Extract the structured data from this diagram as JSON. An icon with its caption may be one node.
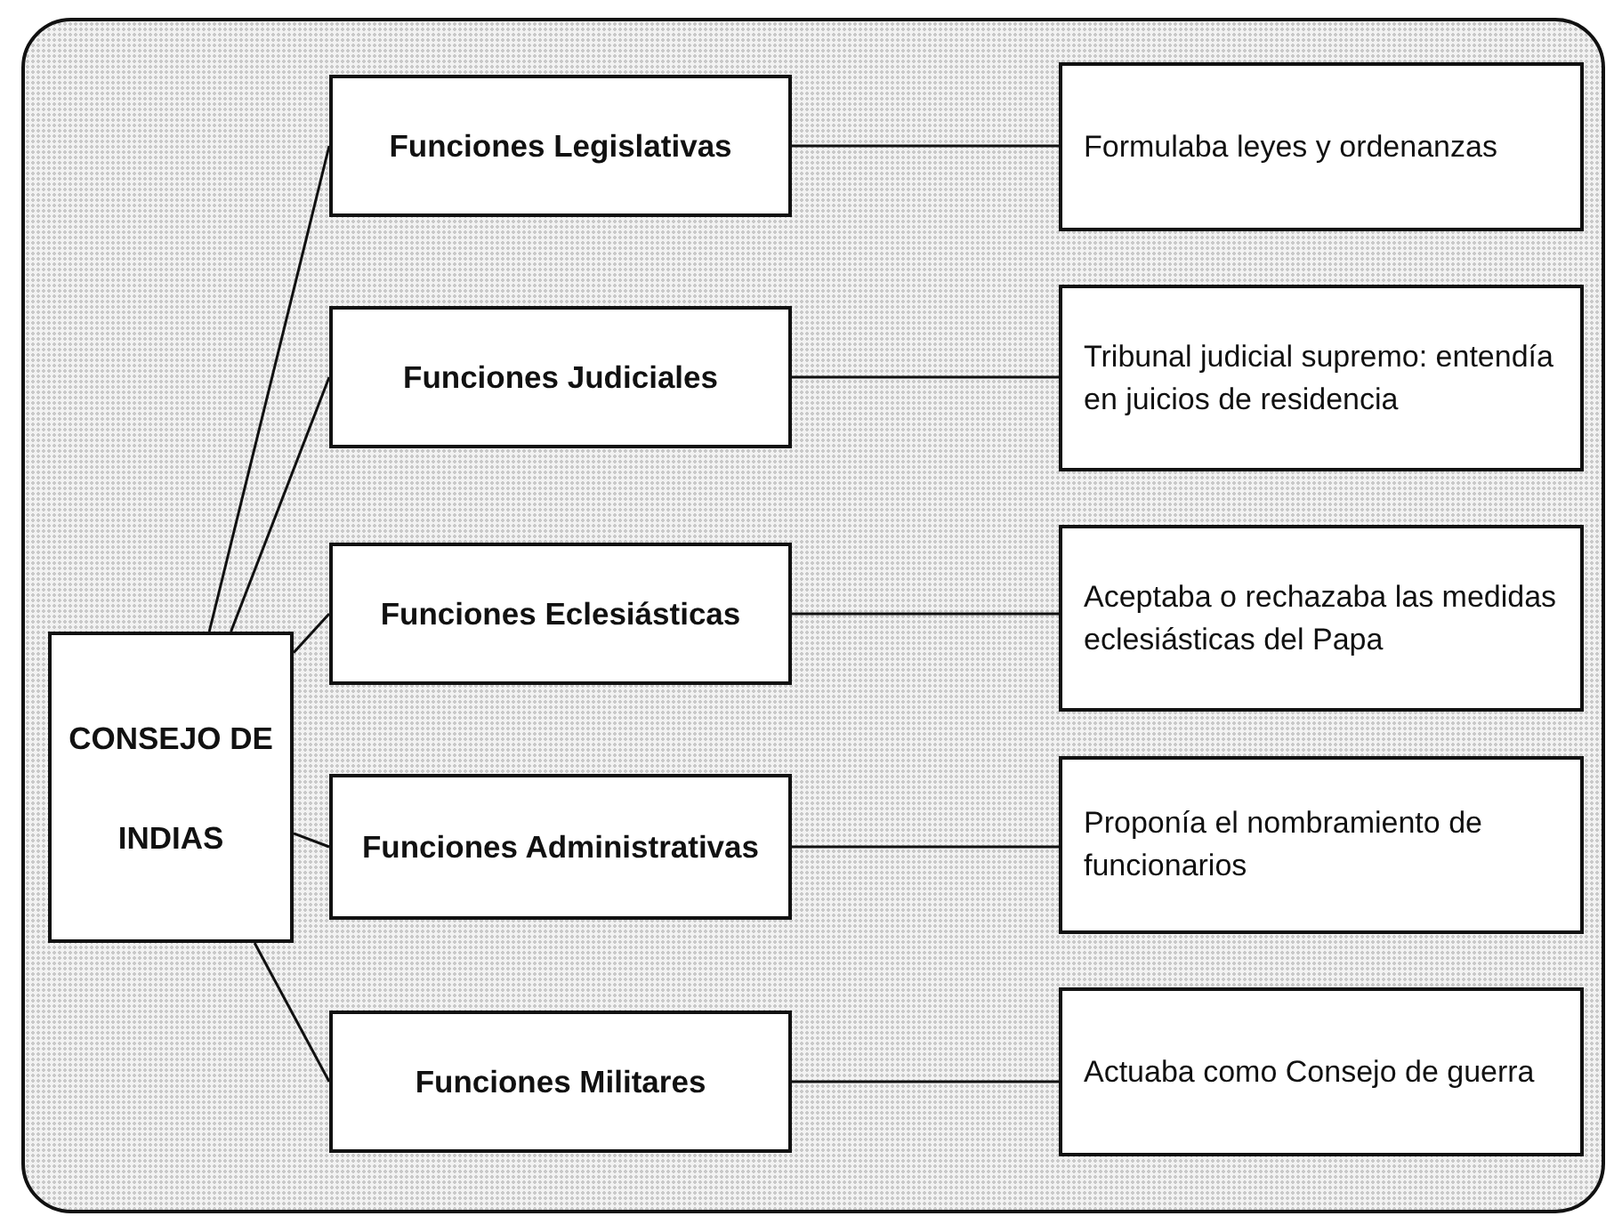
{
  "diagram": {
    "nodes": [
      {
        "text": [
          "CONSEJO DE INDIAS"
        ]
      },
      {
        "text": [
          "Funciones Legislativas"
        ]
      },
      {
        "text": [
          "Funciones Judiciales"
        ]
      },
      {
        "text": [
          "Funciones Eclesiásticas"
        ]
      },
      {
        "text": [
          "Funciones Administrativas"
        ]
      },
      {
        "text": [
          "Funciones Militares"
        ]
      },
      {
        "text": [
          "Formulaba leyes y ordenanzas"
        ]
      },
      {
        "text": [
          "Tribunal judicial supremo: entendía en juicios de residencia"
        ]
      },
      {
        "text": [
          "Aceptaba o rechazaba las medidas eclesiásticas del Papa"
        ]
      },
      {
        "text": [
          "Proponía el nombramiento de funcionarios"
        ]
      },
      {
        "text": [
          "Actuaba como Consejo de guerra"
        ]
      }
    ],
    "edges": [
      {
        "from": 0,
        "to": 1,
        "arrow": "none"
      },
      {
        "from": 0,
        "to": 2,
        "arrow": "none"
      },
      {
        "from": 0,
        "to": 3,
        "arrow": "none"
      },
      {
        "from": 0,
        "to": 4,
        "arrow": "none"
      },
      {
        "from": 0,
        "to": 5,
        "arrow": "none"
      },
      {
        "from": 1,
        "to": 6,
        "arrow": "none"
      },
      {
        "from": 2,
        "to": 7,
        "arrow": "none"
      },
      {
        "from": 3,
        "to": 8,
        "arrow": "none"
      },
      {
        "from": 4,
        "to": 9,
        "arrow": "none"
      },
      {
        "from": 5,
        "to": 10,
        "arrow": "none"
      }
    ]
  }
}
